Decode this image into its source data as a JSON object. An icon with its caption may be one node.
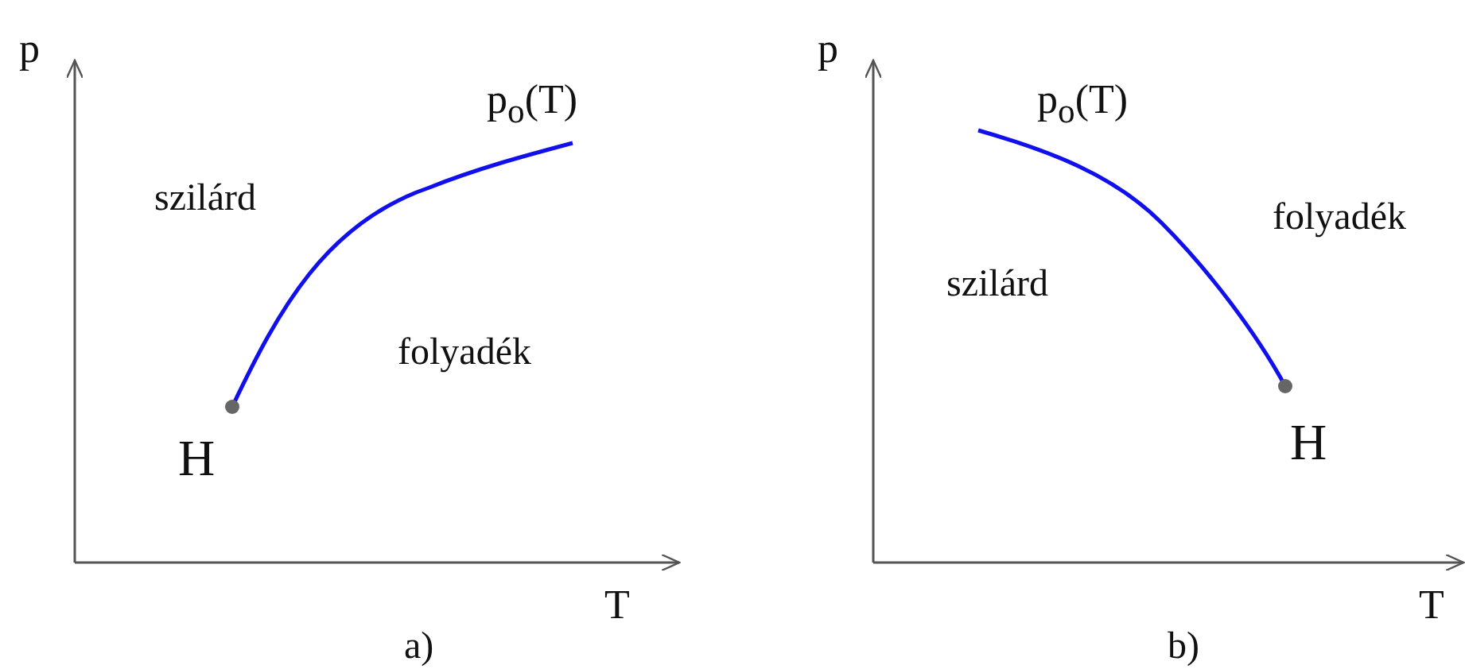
{
  "diagram": {
    "labels": [
      "p",
      "p$_{o}$(T)",
      "szilárd",
      "folyadék",
      "H",
      "T",
      "a)",
      "p",
      "p$_{o}$(T)",
      "folyadék",
      "szilárd",
      "H",
      "T",
      "b)"
    ]
  }
}
